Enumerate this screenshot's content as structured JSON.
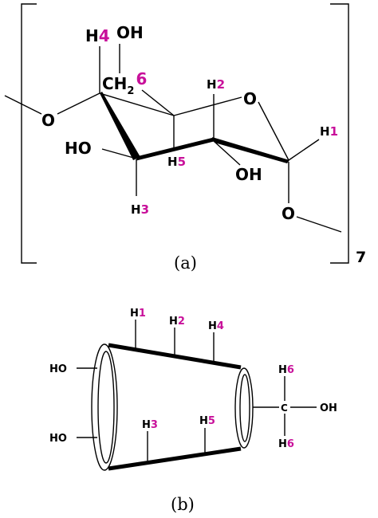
{
  "figure_a": {
    "caption": "(a)",
    "repeat_count": "7",
    "labels": {
      "h4_prefix": "H",
      "h4_num": "4",
      "oh_top": "OH",
      "ch2_prefix": "CH",
      "ch2_sub": "2",
      "ch2_num": "6",
      "h2_prefix": "H",
      "h2_num": "2",
      "ring_o": "O",
      "h1_prefix": "H",
      "h1_num": "1",
      "left_o": "O",
      "ho_left": "HO",
      "h5_prefix": "H",
      "h5_num": "5",
      "oh_right": "OH",
      "h3_prefix": "H",
      "h3_num": "3",
      "bottom_o": "O"
    }
  },
  "figure_b": {
    "caption": "(b)",
    "labels": {
      "h1_prefix": "H",
      "h1_num": "1",
      "h2_prefix": "H",
      "h2_num": "2",
      "h4_prefix": "H",
      "h4_num": "4",
      "ho_upper": "HO",
      "ho_lower": "HO",
      "h3_prefix": "H",
      "h3_num": "3",
      "h5_prefix": "H",
      "h5_num": "5",
      "h6_top_prefix": "H",
      "h6_top_num": "6",
      "h6_bottom_prefix": "H",
      "h6_bottom_num": "6",
      "carbon": "C",
      "oh": "OH"
    }
  }
}
